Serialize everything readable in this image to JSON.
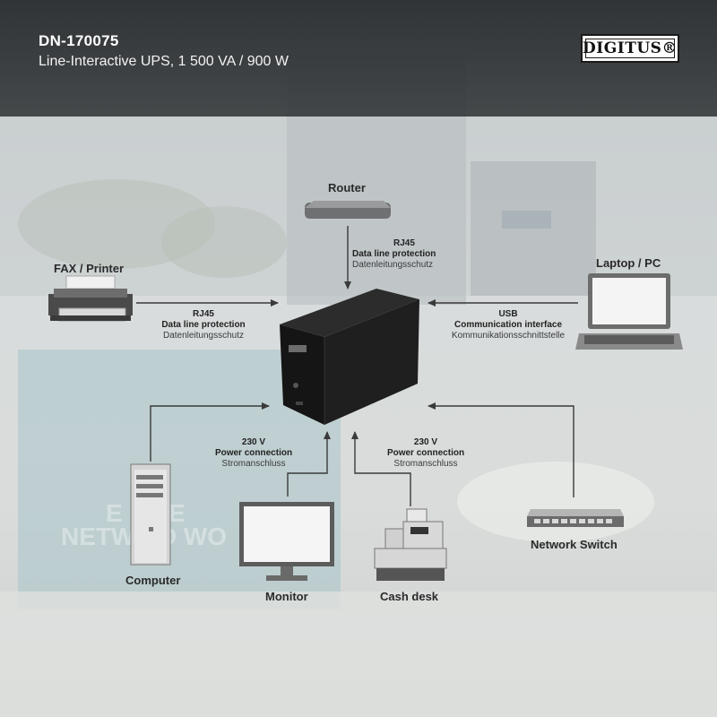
{
  "header": {
    "model": "DN-170075",
    "subtitle": "Line-Interactive UPS, 1 500 VA / 900 W",
    "logo": "DIGITUS®"
  },
  "devices": {
    "router": "Router",
    "fax_printer": "FAX / Printer",
    "laptop_pc": "Laptop / PC",
    "computer": "Computer",
    "monitor": "Monitor",
    "cash_desk": "Cash desk",
    "network_switch": "Network Switch"
  },
  "connections": {
    "router": {
      "type": "RJ45",
      "en": "Data line protection",
      "de": "Datenleitungsschutz"
    },
    "fax": {
      "type": "RJ45",
      "en": "Data line protection",
      "de": "Datenleitungsschutz"
    },
    "laptop": {
      "type": "USB",
      "en": "Communication interface",
      "de": "Kommunikationsschnittstelle"
    },
    "power_left": {
      "type": "230 V",
      "en": "Power connection",
      "de": "Stromanschluss"
    },
    "power_right": {
      "type": "230 V",
      "en": "Power connection",
      "de": "Stromanschluss"
    }
  },
  "background_text": {
    "line1": "E LIVE",
    "line2": "NETW   ED WO"
  },
  "colors": {
    "header_bg": "#2d3032",
    "arrow": "#3a3a3a",
    "ups_body": "#1c1c1c"
  }
}
